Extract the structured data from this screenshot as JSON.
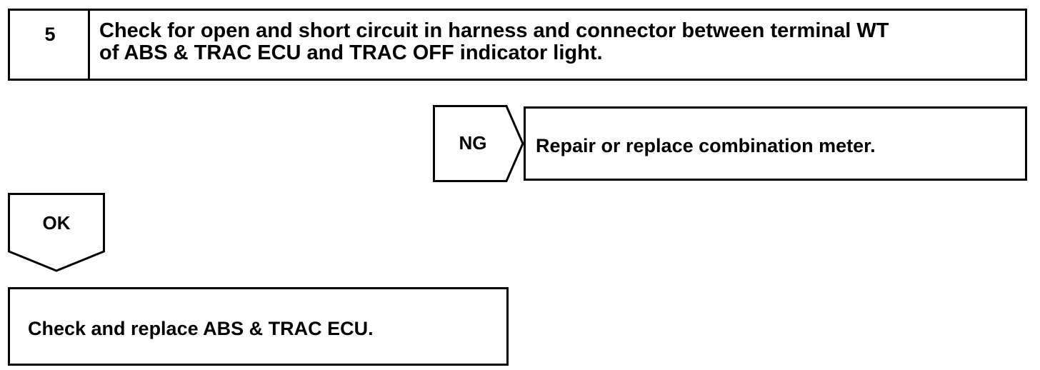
{
  "step": {
    "number": "5",
    "text_line1": "Check for open and short circuit in harness and connector between terminal WT",
    "text_line2": "of ABS & TRAC ECU and TRAC OFF indicator light."
  },
  "ng_branch": {
    "label": "NG",
    "result": "Repair or replace combination meter."
  },
  "ok_branch": {
    "label": "OK",
    "result": "Check and replace ABS & TRAC ECU."
  },
  "colors": {
    "line": "#000000",
    "background": "#ffffff"
  }
}
